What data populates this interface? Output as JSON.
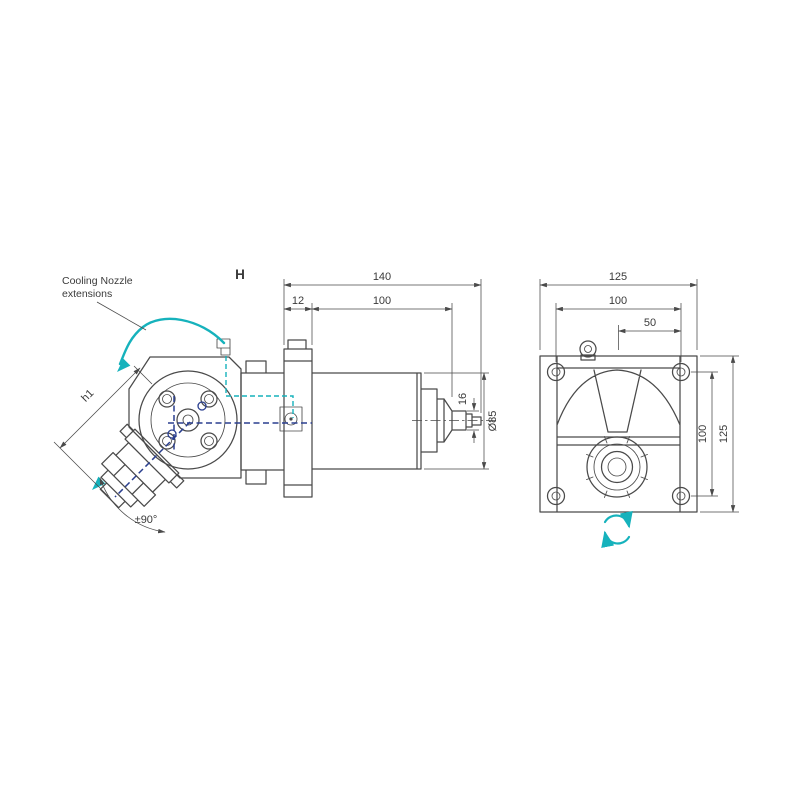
{
  "annotations": {
    "cooling_nozzle_line1": "Cooling Nozzle",
    "cooling_nozzle_line2": "extensions"
  },
  "side_view": {
    "label_h": "H",
    "dim_overall_length": "140",
    "dim_flange_width": "12",
    "dim_body_length": "100",
    "dim_spigot": "16",
    "dim_body_diameter": "Ø85",
    "dim_height": "h1",
    "dim_swivel_angle": "±90°"
  },
  "front_view": {
    "dim_width_overall": "125",
    "dim_width_bolts": "100",
    "dim_width_half": "50",
    "dim_height_bolts": "100",
    "dim_height_overall": "125"
  },
  "colors": {
    "line": "#4a4a4a",
    "accent": "#16b2bc",
    "navy": "#2a3f8f"
  }
}
